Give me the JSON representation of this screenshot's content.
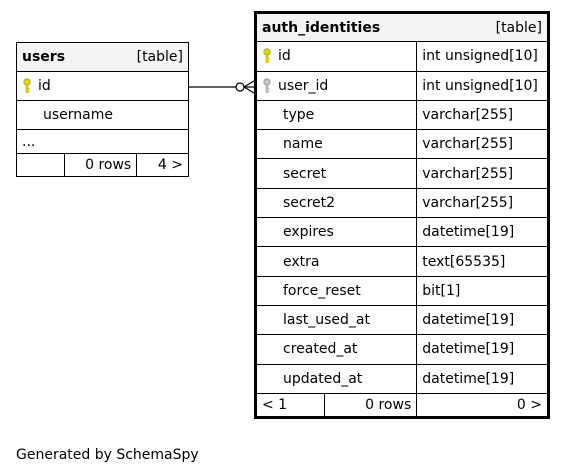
{
  "users": {
    "name": "users",
    "kind": "[table]",
    "rows": [
      {
        "name": "id",
        "pk": true
      },
      {
        "name": "username"
      }
    ],
    "ellipsis": "...",
    "footer": {
      "rows": "0 rows",
      "children": "4 >"
    }
  },
  "auth": {
    "name": "auth_identities",
    "kind": "[table]",
    "rows": [
      {
        "name": "id",
        "type": "int unsigned[10]"
      },
      {
        "name": "user_id",
        "type": "int unsigned[10]"
      },
      {
        "name": "type",
        "type": "varchar[255]"
      },
      {
        "name": "name",
        "type": "varchar[255]"
      },
      {
        "name": "secret",
        "type": "varchar[255]"
      },
      {
        "name": "secret2",
        "type": "varchar[255]"
      },
      {
        "name": "expires",
        "type": "datetime[19]"
      },
      {
        "name": "extra",
        "type": "text[65535]"
      },
      {
        "name": "force_reset",
        "type": "bit[1]"
      },
      {
        "name": "last_used_at",
        "type": "datetime[19]"
      },
      {
        "name": "created_at",
        "type": "datetime[19]"
      },
      {
        "name": "updated_at",
        "type": "datetime[19]"
      }
    ],
    "footer": {
      "parents": "< 1",
      "rows": "0 rows",
      "children": "0 >"
    }
  },
  "generated_by": "Generated by SchemaSpy",
  "colors": {
    "primary_key": "#e6d600",
    "foreign_key": "#b8b8b8"
  }
}
